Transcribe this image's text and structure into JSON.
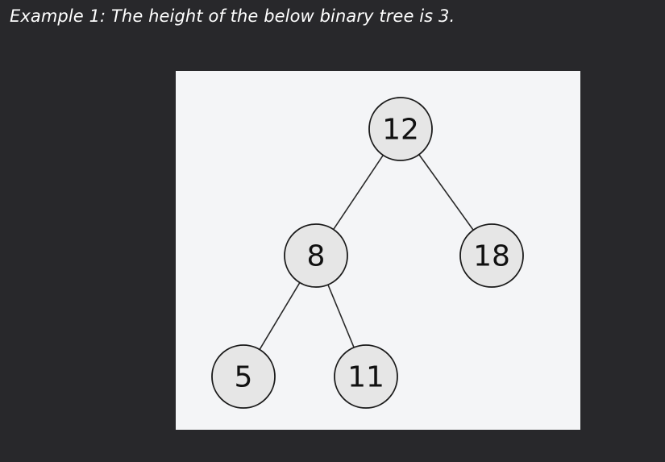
{
  "caption": "Example 1: The height of the below binary tree is 3.",
  "tree": {
    "nodes": [
      {
        "id": "n12",
        "label": "12"
      },
      {
        "id": "n8",
        "label": "8"
      },
      {
        "id": "n18",
        "label": "18"
      },
      {
        "id": "n5",
        "label": "5"
      },
      {
        "id": "n11",
        "label": "11"
      }
    ],
    "edges": [
      {
        "from": "n12",
        "to": "n8"
      },
      {
        "from": "n12",
        "to": "n18"
      },
      {
        "from": "n8",
        "to": "n5"
      },
      {
        "from": "n8",
        "to": "n11"
      }
    ]
  }
}
